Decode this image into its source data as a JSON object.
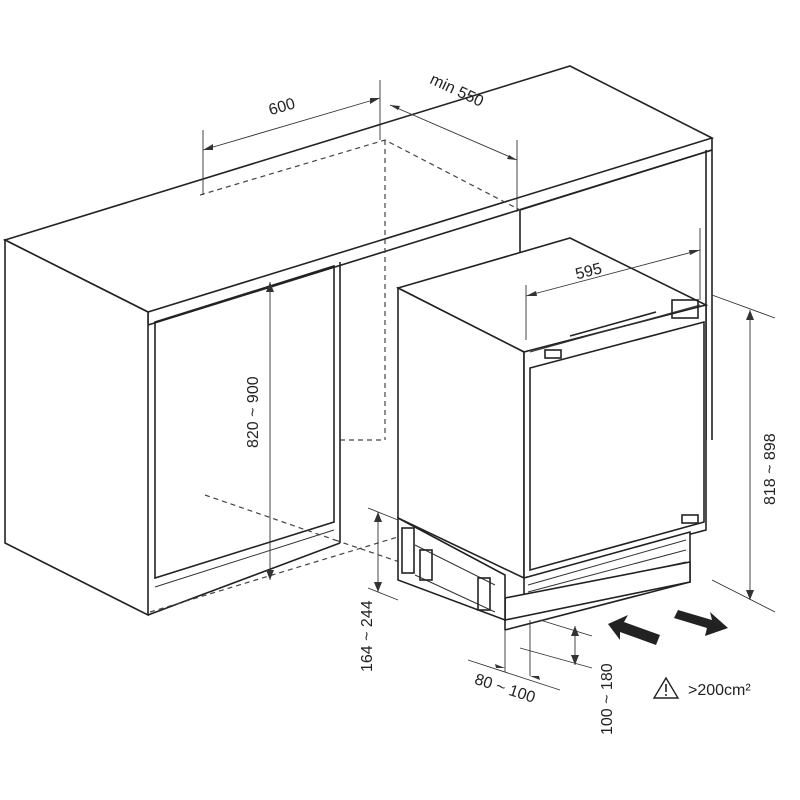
{
  "dimensions": {
    "width_600": "600",
    "depth_min_550": "min 550",
    "appliance_width_595": "595",
    "cabinet_height_820_900": "820 ~ 900",
    "appliance_height_818_898": "818 ~ 898",
    "plinth_height_164_244": "164 ~ 244",
    "plinth_setback_80_100": "80 ~ 100",
    "plinth_vent_100_180": "100 ~ 180"
  },
  "ventilation": {
    "warning_icon": "warning-triangle-icon",
    "min_area": ">200cm²"
  },
  "colors": {
    "line": "#222222",
    "background": "#ffffff"
  }
}
